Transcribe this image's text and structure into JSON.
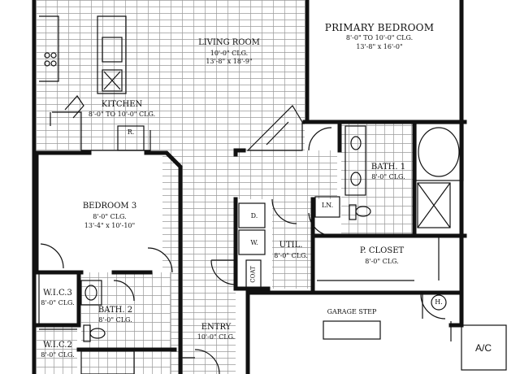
{
  "rooms": {
    "primary_bedroom": {
      "name": "PRIMARY BEDROOM",
      "clg": "8'-0\" TO 10'-0\" CLG.",
      "size": "13'-8\" x 16'-0\""
    },
    "living_room": {
      "name": "LIVING ROOM",
      "clg": "10'-0\" CLG.",
      "size": "13'-8\" x 18'-9\""
    },
    "kitchen": {
      "name": "KITCHEN",
      "clg": "8'-0\" TO 10'-0\" CLG."
    },
    "bath1": {
      "name": "BATH. 1",
      "clg": "8'-0\" CLG."
    },
    "bedroom3": {
      "name": "BEDROOM 3",
      "clg": "8'-0\" CLG.",
      "size": "13'-4\" x 10'-10\""
    },
    "util": {
      "name": "UTIL.",
      "clg": "8'-0\" CLG."
    },
    "p_closet": {
      "name": "P. CLOSET",
      "clg": "8'-0\" CLG."
    },
    "wic3": {
      "name": "W.I.C.3",
      "clg": "8'-0\" CLG."
    },
    "bath2": {
      "name": "BATH. 2",
      "clg": "8'-0\" CLG."
    },
    "wic2": {
      "name": "W.I.C.2",
      "clg": "8'-0\" CLG."
    },
    "entry": {
      "name": "ENTRY",
      "clg": "10'-0\" CLG."
    }
  },
  "fixtures": {
    "refrigerator": "R.",
    "linen": "LN.",
    "coat": "COAT",
    "dryer": "D.",
    "washer": "W.",
    "water_heater": "H.",
    "garage_step": "GARAGE STEP",
    "ac": "A/C"
  }
}
